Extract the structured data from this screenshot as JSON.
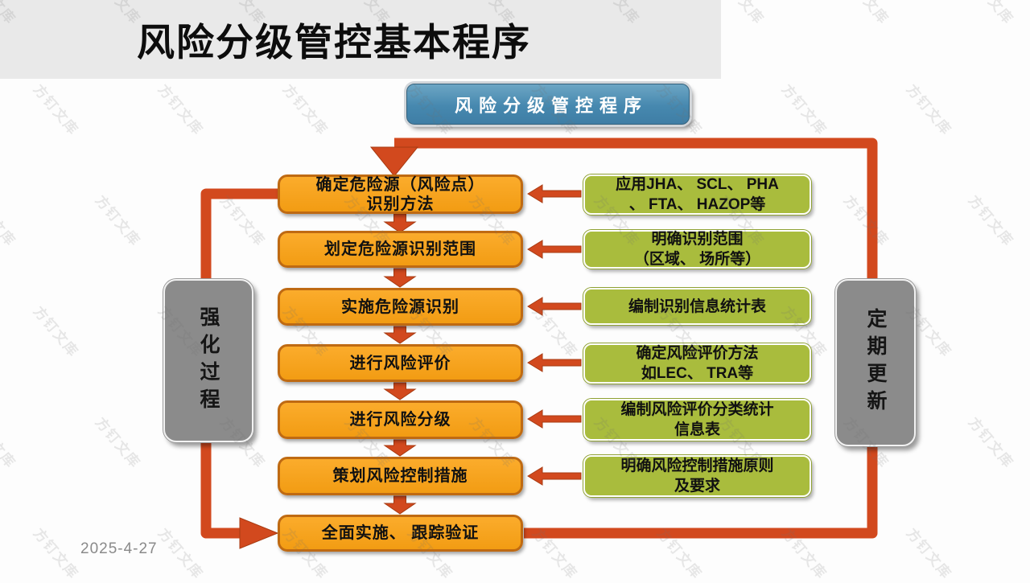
{
  "page": {
    "title": "风险分级管控基本程序",
    "date": "2025-4-27",
    "watermark_text": "方钉文库"
  },
  "diagram": {
    "header": "风险分级管控程序",
    "left_side_label": "强化过程",
    "right_side_label": "定期更新",
    "steps": [
      "确定危险源（风险点）\n识别方法",
      "划定危险源识别范围",
      "实施危险源识别",
      "进行风险评价",
      "进行风险分级",
      "策划风险控制措施",
      "全面实施、 跟踪验证"
    ],
    "notes": [
      "应用JHA、 SCL、 PHA\n、 FTA、 HAZOP等",
      "明确识别范围\n（区域、 场所等）",
      "编制识别信息统计表",
      "确定风险评价方法\n如LEC、 TRA等",
      "编制风险评价分类统计\n信息表",
      "明确风险控制措施原则\n及要求"
    ],
    "colors": {
      "step_fill": "#F5A21C",
      "step_border": "#BF6A12",
      "note_fill": "#A9BC3D",
      "note_border_inner": "#FFFFFF",
      "arrow": "#D2491E",
      "header_fill": "#4688AF",
      "side_fill": "#8B8B8B",
      "title_strip": "#E9E9E9"
    }
  }
}
